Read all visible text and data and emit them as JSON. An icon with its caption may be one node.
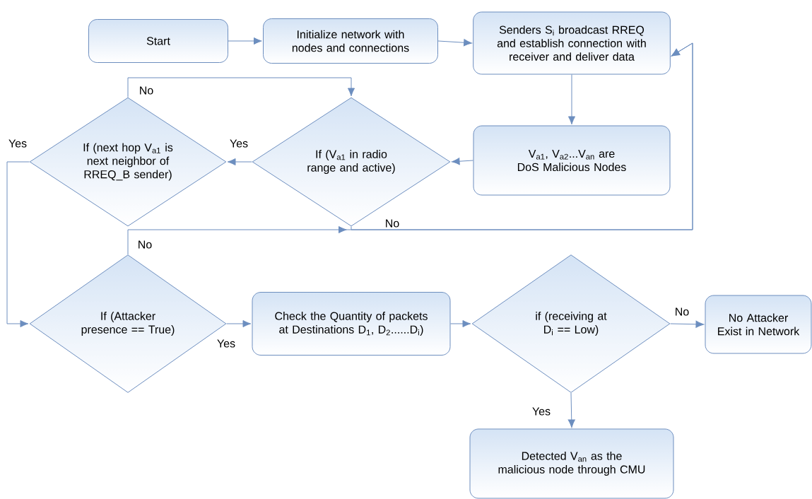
{
  "diagram": {
    "nodes": [
      {
        "text": [
          "Start"
        ]
      },
      {
        "text": [
          "Initialize network with nodes and connections"
        ]
      },
      {
        "text": [
          "Senders S$_{i}$ broadcast RREQ and establish connection with receiver and deliver data"
        ]
      },
      {
        "text": [
          "V$_{a1}$, V$_{a2}$...V$_{an}$ are DoS Malicious Nodes"
        ]
      },
      {
        "text": [
          "If (V$_{a1}$ in radio range and active)"
        ]
      },
      {
        "text": [
          "If (next hop V$_{a1}$ is next neighbor of RREQ_B sender)"
        ]
      },
      {
        "text": [
          "If (Attacker presence == True)"
        ]
      },
      {
        "text": [
          "Check the Quantity of packets at Destinations D$_{1}$, D$_{2}$......D$_{i}$)"
        ]
      },
      {
        "text": [
          "if (receiving at D$_{i}$ == Low)"
        ]
      },
      {
        "text": [
          "No Attacker Exist in Network"
        ]
      },
      {
        "text": [
          "Detected V$_{an}$ as the malicious node through CMU"
        ]
      }
    ],
    "edges": [
      {
        "from": 0,
        "to": 1,
        "arrow": "to"
      },
      {
        "from": 1,
        "to": 2,
        "arrow": "to"
      },
      {
        "from": 2,
        "to": 3,
        "arrow": "to"
      },
      {
        "from": 3,
        "to": 4,
        "arrow": "to"
      },
      {
        "from": 4,
        "to": 5,
        "arrow": "to",
        "label": "Yes"
      },
      {
        "from": 5,
        "to": 4,
        "arrow": "to",
        "label": "No"
      },
      {
        "from": 5,
        "to": 6,
        "arrow": "to",
        "label": "Yes"
      },
      {
        "from": 6,
        "to": 7,
        "arrow": "to",
        "label": "Yes"
      },
      {
        "from": 7,
        "to": 8,
        "arrow": "to"
      },
      {
        "from": 8,
        "to": 9,
        "arrow": "to",
        "label": "No"
      },
      {
        "from": 8,
        "to": 10,
        "arrow": "to",
        "label": "Yes"
      },
      {
        "from": 4,
        "to": 2,
        "arrow": "to",
        "label": "No"
      },
      {
        "from": 6,
        "to": 2,
        "arrow": "to",
        "label": "No"
      }
    ]
  }
}
